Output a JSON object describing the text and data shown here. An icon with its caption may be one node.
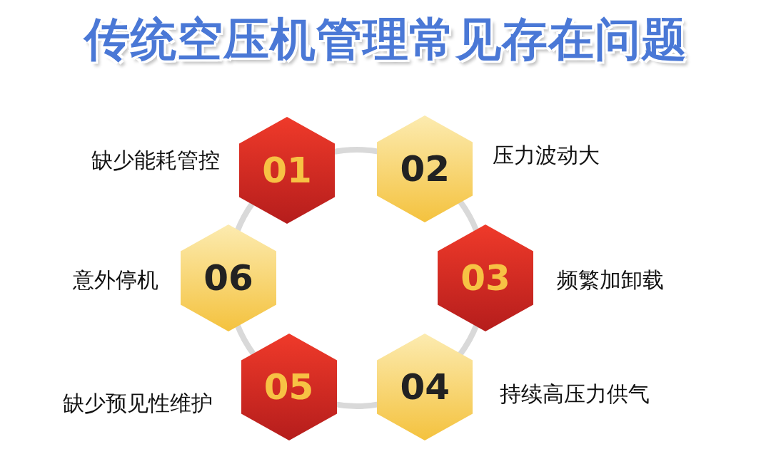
{
  "diagram": {
    "title": "传统空压机管理常见存在问题",
    "nodes": [
      {
        "text": [
          "01"
        ],
        "beside": [
          "缺少能耗管控"
        ]
      },
      {
        "text": [
          "02"
        ],
        "beside": [
          "压力波动大"
        ]
      },
      {
        "text": [
          "03"
        ],
        "beside": [
          "频繁加卸载"
        ]
      },
      {
        "text": [
          "04"
        ],
        "beside": [
          "持续高压力供气"
        ]
      },
      {
        "text": [
          "05"
        ],
        "beside": [
          "缺少预见性维护"
        ]
      },
      {
        "text": [
          "06"
        ],
        "beside": [
          "意外停机"
        ]
      }
    ],
    "edges": [
      {
        "from": 0,
        "to": 1,
        "arrow": "none"
      },
      {
        "from": 1,
        "to": 2,
        "arrow": "none"
      },
      {
        "from": 2,
        "to": 3,
        "arrow": "none"
      },
      {
        "from": 3,
        "to": 4,
        "arrow": "none"
      },
      {
        "from": 4,
        "to": 5,
        "arrow": "none"
      },
      {
        "from": 5,
        "to": 0,
        "arrow": "none"
      }
    ]
  }
}
